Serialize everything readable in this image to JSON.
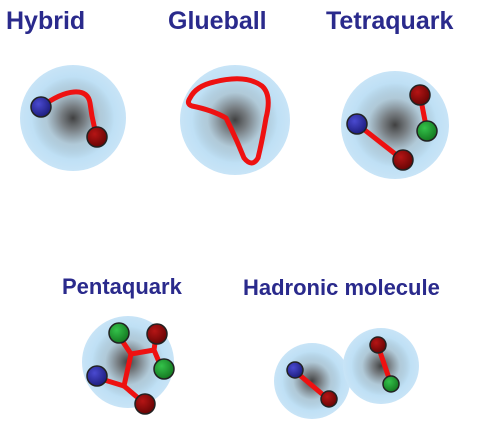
{
  "labels": {
    "hybrid": "Hybrid",
    "glueball": "Glueball",
    "tetraquark": "Tetraquark",
    "pentaquark": "Pentaquark",
    "hadronic_molecule": "Hadronic molecule"
  },
  "colors": {
    "label_text": "#2a2a8c",
    "bubble_outer": "#bfe0f5",
    "bubble_core": "#2b2b2b",
    "gluon_string": "#ee1111",
    "quark_blue": "#2a2a9a",
    "quark_red": "#8b0a0a",
    "quark_green": "#1c9e2e"
  }
}
